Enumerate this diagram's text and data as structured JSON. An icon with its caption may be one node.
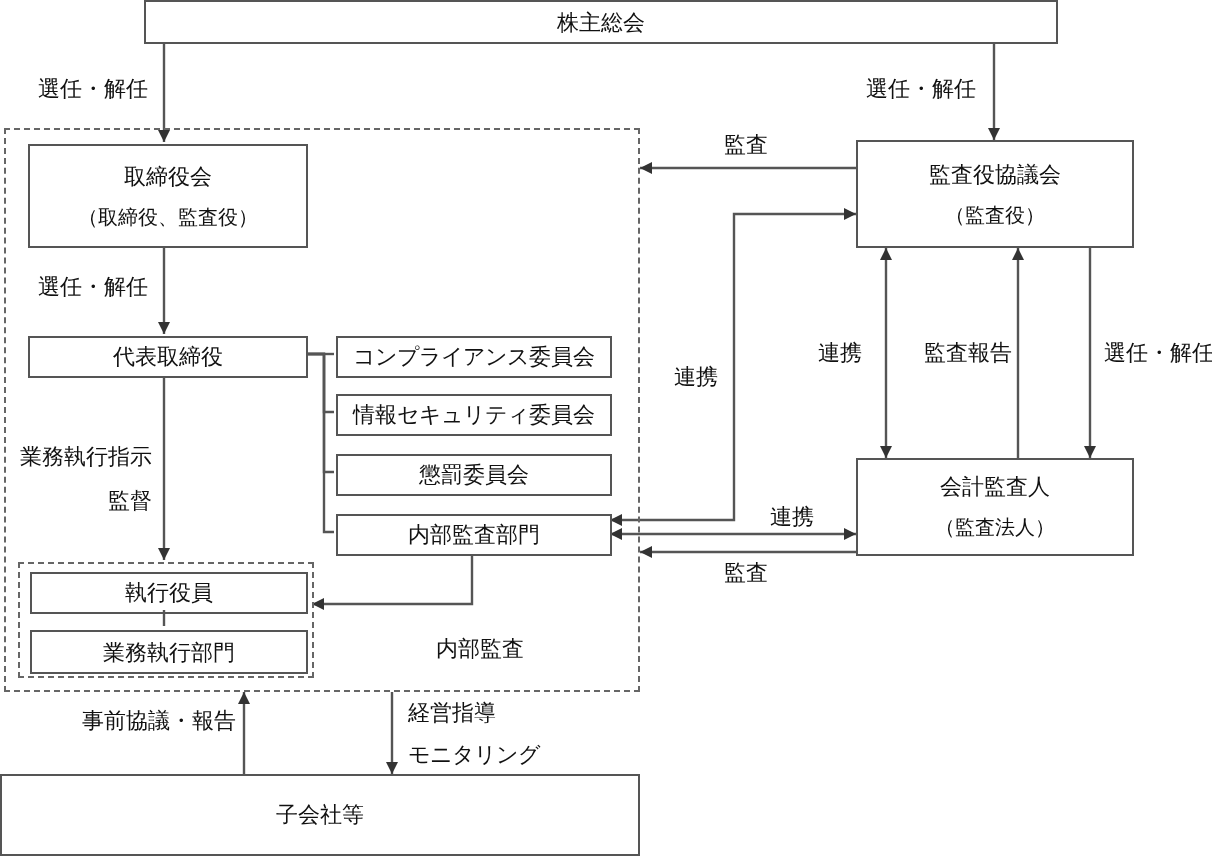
{
  "diagram": {
    "nodes": [
      {
        "text": [
          "株主総会"
        ]
      },
      {
        "text": [],
        "shape": "box"
      },
      {
        "text": [
          "取締役会",
          "（取締役、監査役）"
        ],
        "in": 1
      },
      {
        "text": [
          "代表取締役"
        ],
        "in": 1
      },
      {
        "text": [
          "コンプライアンス委員会"
        ],
        "in": 1
      },
      {
        "text": [
          "情報セキュリティ委員会"
        ],
        "in": 1
      },
      {
        "text": [
          "懲罰委員会"
        ],
        "in": 1
      },
      {
        "text": [
          "内部監査部門"
        ],
        "in": 1
      },
      {
        "text": [],
        "shape": "box",
        "in": 1
      },
      {
        "text": [
          "執行役員"
        ],
        "in": 8
      },
      {
        "text": [
          "業務執行部門"
        ],
        "in": 8
      },
      {
        "text": [
          "監査役協議会",
          "（監査役）"
        ]
      },
      {
        "text": [
          "会計監査人",
          "（監査法人）"
        ]
      },
      {
        "text": [
          "子会社等"
        ]
      }
    ],
    "edges": [
      {
        "from": 0,
        "to": 2,
        "arrow": "to",
        "label": "選任・解任"
      },
      {
        "from": 0,
        "to": 11,
        "arrow": "to",
        "label": "選任・解任"
      },
      {
        "from": 11,
        "to": 1,
        "arrow": "to",
        "label": "監査"
      },
      {
        "from": 2,
        "to": 3,
        "arrow": "to",
        "label": "選任・解任"
      },
      {
        "from": 3,
        "to": 4,
        "arrow": "none"
      },
      {
        "from": 3,
        "to": 5,
        "arrow": "none"
      },
      {
        "from": 3,
        "to": 6,
        "arrow": "none"
      },
      {
        "from": 3,
        "to": 7,
        "arrow": "none"
      },
      {
        "from": 7,
        "to": 11,
        "arrow": "both",
        "label": "連携"
      },
      {
        "from": 3,
        "to": 8,
        "arrow": "to",
        "label": "業務執行指示"
      },
      {
        "from": 11,
        "to": 12,
        "arrow": "both",
        "label": "連携"
      },
      {
        "from": 12,
        "to": 11,
        "arrow": "to",
        "label": "監査報告"
      },
      {
        "from": 11,
        "to": 12,
        "arrow": "to",
        "label": "選任・解任"
      },
      {
        "from": 7,
        "to": 12,
        "arrow": "both",
        "label": "連携"
      },
      {
        "from": 12,
        "to": 1,
        "arrow": "to",
        "label": "監査"
      },
      {
        "from": 7,
        "to": 8,
        "arrow": "to",
        "label": "内部監査"
      },
      {
        "from": 9,
        "to": 10,
        "arrow": "none"
      },
      {
        "from": 13,
        "to": 1,
        "arrow": "to",
        "label": "事前協議・報告"
      },
      {
        "from": 1,
        "to": 13,
        "arrow": "to",
        "label": "経営指導"
      }
    ],
    "labels": [
      "監督",
      "モニタリング"
    ]
  }
}
